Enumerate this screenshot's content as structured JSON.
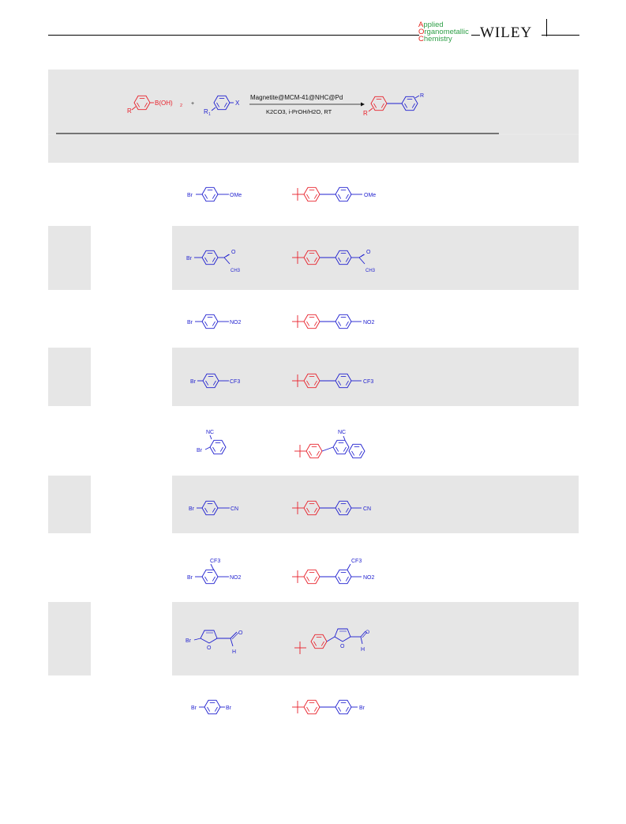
{
  "header": {
    "journal_line1": "Applied",
    "journal_line2": "Organometallic",
    "journal_line3": "Chemistry",
    "publisher": "WILEY"
  },
  "scheme": {
    "substituent_r": "R",
    "boronic_acid": "B(OH)",
    "boronic_sub": "2",
    "plus": "+",
    "halide_sub_r": "R",
    "halide_sub_r_index": "1",
    "halide_x": "X",
    "catalyst": "Magnetite@MCM-41@NHC@Pd",
    "conditions": "K2CO3, i-PrOH/H2O, RT",
    "product_r": "R",
    "product_r1": "R",
    "colors": {
      "aryl_boronic": "#e8202a",
      "aryl_halide": "#1f1fcf"
    }
  },
  "rows": [
    {
      "halide_text": "Br",
      "halide_sub": "OMe",
      "product_sub": "OMe"
    },
    {
      "halide_text": "Br",
      "halide_sub": "O",
      "halide_sub2": "CH3",
      "product_sub": "O",
      "product_sub2": "CH3"
    },
    {
      "halide_text": "Br",
      "halide_sub": "NO2",
      "product_sub": "NO2"
    },
    {
      "halide_text": "Br",
      "halide_sub": "CF3",
      "product_sub": "CF3"
    },
    {
      "halide_text": "Br",
      "halide_sub": "NC",
      "product_sub": "NC"
    },
    {
      "halide_text": "Br",
      "halide_sub": "CN",
      "product_sub": "CN"
    },
    {
      "halide_text": "Br",
      "halide_sub": "CF3",
      "halide_sub2": "NO2",
      "product_sub": "CF3",
      "product_sub2": "NO2"
    },
    {
      "halide_text": "Br",
      "halide_sub": "O",
      "halide_sub2": "H",
      "product_sub": "O",
      "product_sub2": "H"
    },
    {
      "halide_text": "Br",
      "halide_sub": "Br",
      "product_sub": "Br"
    }
  ]
}
